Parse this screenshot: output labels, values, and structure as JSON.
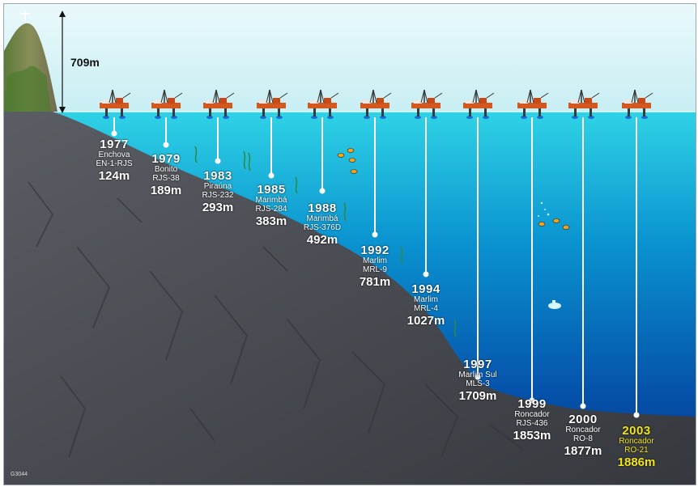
{
  "hill": {
    "height_label": "709m"
  },
  "code": "G3044",
  "colors": {
    "sky": "#cfeef3",
    "sea_top": "#2fd3e6",
    "sea_bottom": "#03358a",
    "rock": "#4b4e54",
    "highlight": "#f2e51a",
    "platform": "#d2581e"
  },
  "platforms": [
    {
      "year": "1977",
      "field": "Enchova",
      "well": "EN-1-RJS",
      "depth": "124m",
      "depth_m": 124
    },
    {
      "year": "1979",
      "field": "Bonito",
      "well": "RJS-38",
      "depth": "189m",
      "depth_m": 189
    },
    {
      "year": "1983",
      "field": "Piraúna",
      "well": "RJS-232",
      "depth": "293m",
      "depth_m": 293
    },
    {
      "year": "1985",
      "field": "Marimbá",
      "well": "RJS-284",
      "depth": "383m",
      "depth_m": 383
    },
    {
      "year": "1988",
      "field": "Marimbá",
      "well": "RJS-376D",
      "depth": "492m",
      "depth_m": 492
    },
    {
      "year": "1992",
      "field": "Marlim",
      "well": "MRL-9",
      "depth": "781m",
      "depth_m": 781
    },
    {
      "year": "1994",
      "field": "Marlim",
      "well": "MRL-4",
      "depth": "1027m",
      "depth_m": 1027
    },
    {
      "year": "1997",
      "field": "Marlim Sul",
      "well": "MLS-3",
      "depth": "1709m",
      "depth_m": 1709
    },
    {
      "year": "1999",
      "field": "Roncador",
      "well": "RJS-436",
      "depth": "1853m",
      "depth_m": 1853
    },
    {
      "year": "2000",
      "field": "Roncador",
      "well": "RO-8",
      "depth": "1877m",
      "depth_m": 1877
    },
    {
      "year": "2003",
      "field": "Roncador",
      "well": "RO-21",
      "depth": "1886m",
      "depth_m": 1886,
      "highlight": true
    }
  ]
}
